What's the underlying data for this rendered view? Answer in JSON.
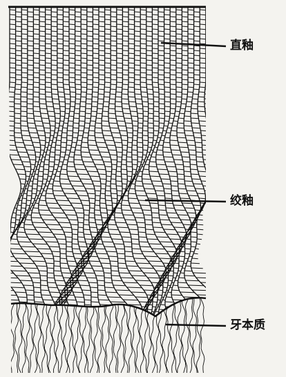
{
  "labels": {
    "straight_enamel": "直釉",
    "twisted_enamel": "绞釉",
    "dentin": "牙本质"
  },
  "colors": {
    "ink": "#111111",
    "paper": "#f4f3ef"
  }
}
